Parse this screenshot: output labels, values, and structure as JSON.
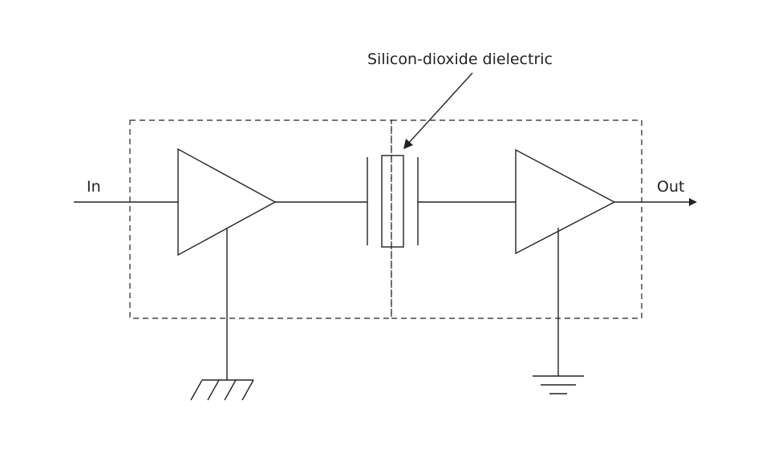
{
  "labels": {
    "input": "In",
    "output": "Out",
    "dielectric": "Silicon-dioxide dielectric"
  },
  "colors": {
    "line": "#222222",
    "background": "#ffffff"
  }
}
